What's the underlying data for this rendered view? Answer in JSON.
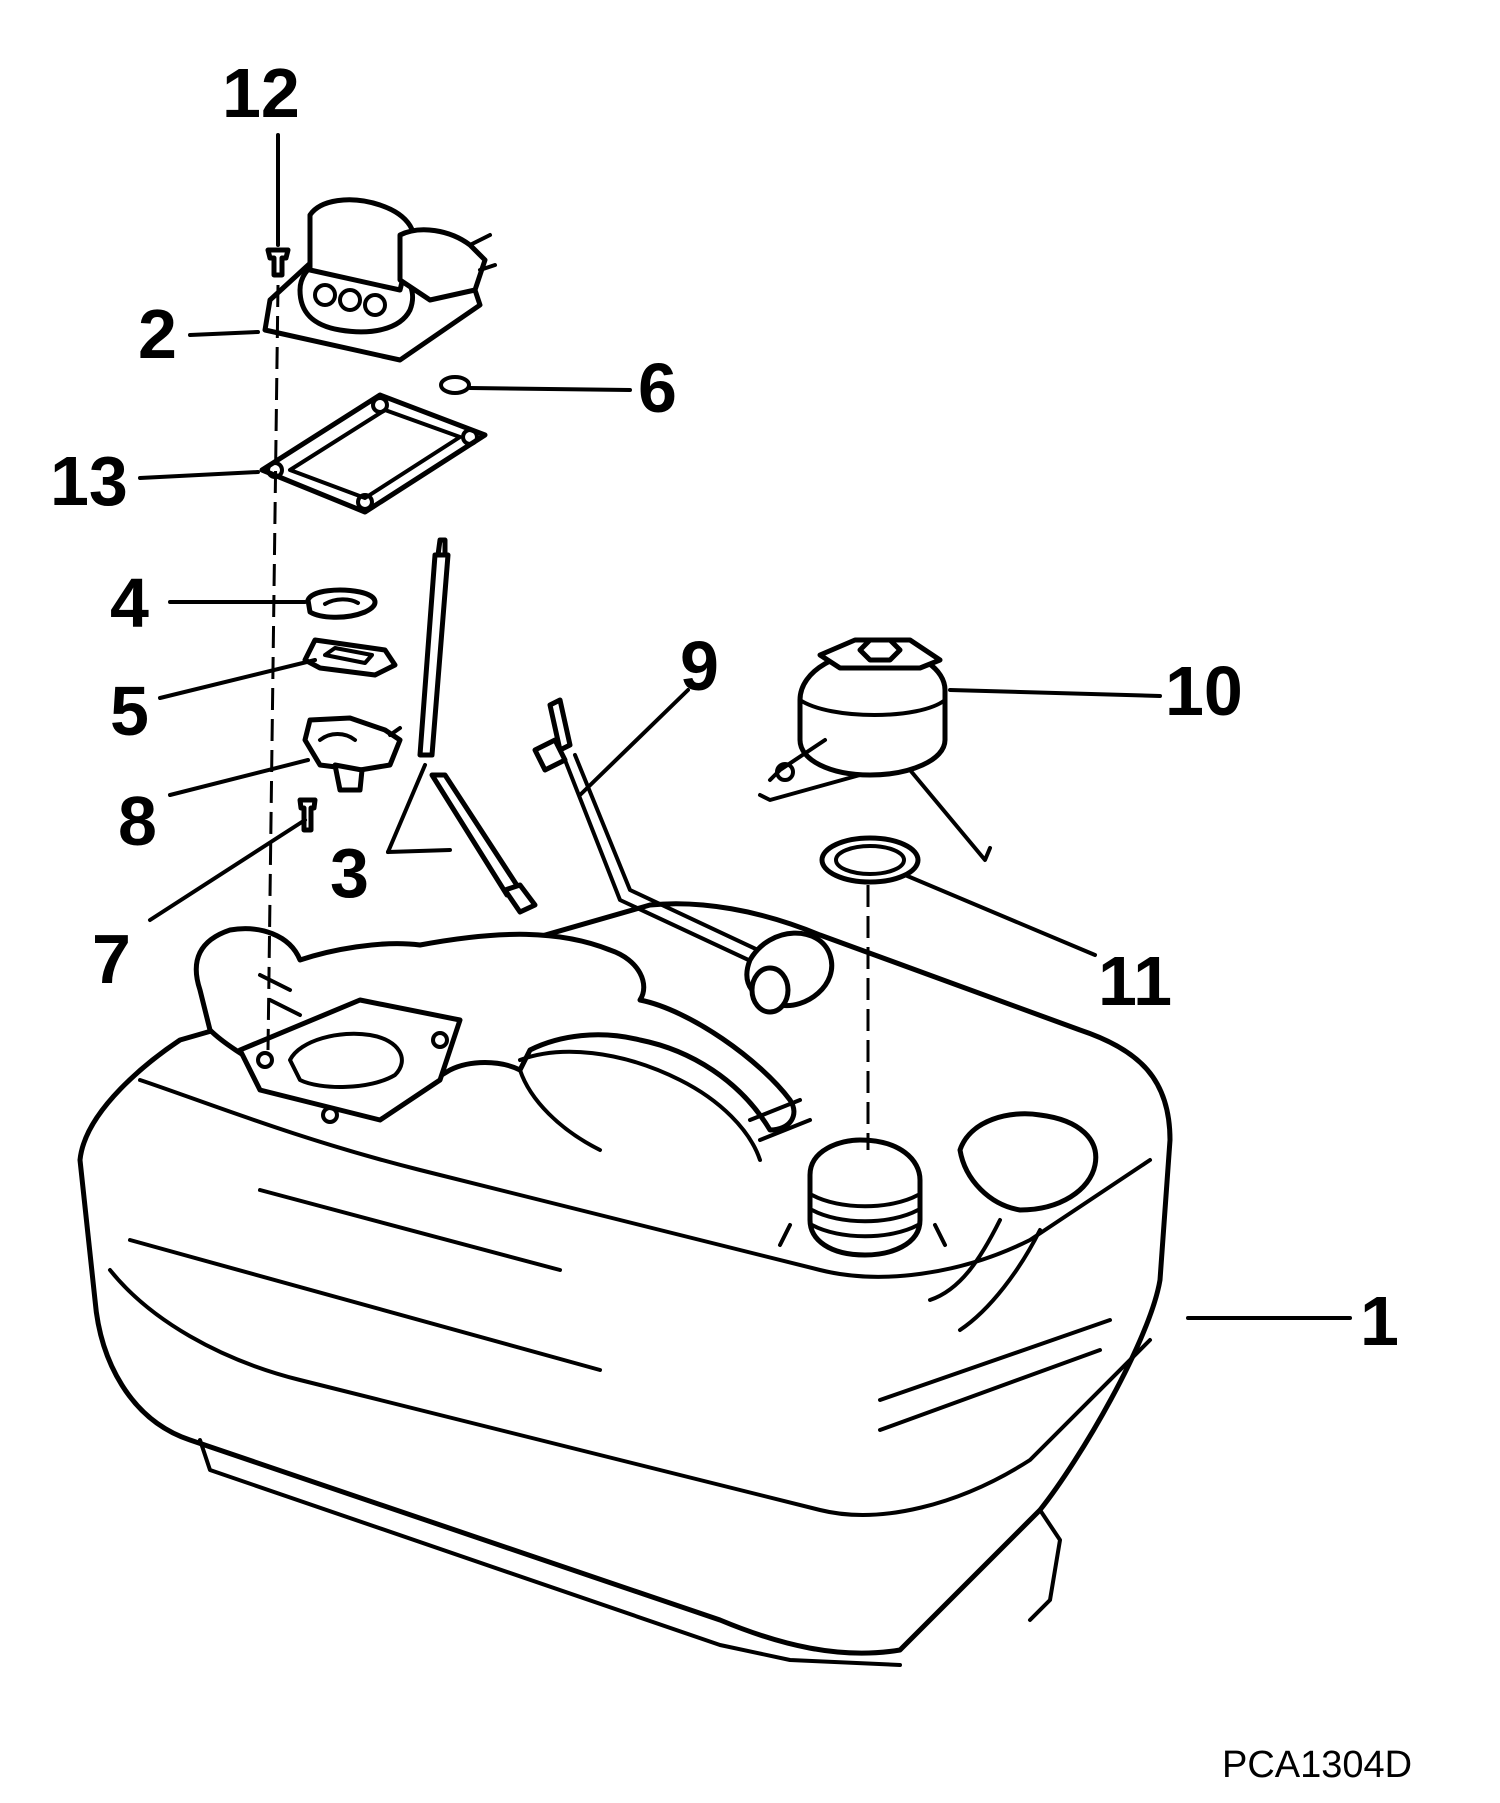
{
  "diagram": {
    "callouts": {
      "c1": "1",
      "c2": "2",
      "c3": "3",
      "c4": "4",
      "c5": "5",
      "c6": "6",
      "c7": "7",
      "c8": "8",
      "c9": "9",
      "c10": "10",
      "c11": "11",
      "c12": "12",
      "c13": "13"
    },
    "figure_code": "PCA1304D"
  }
}
